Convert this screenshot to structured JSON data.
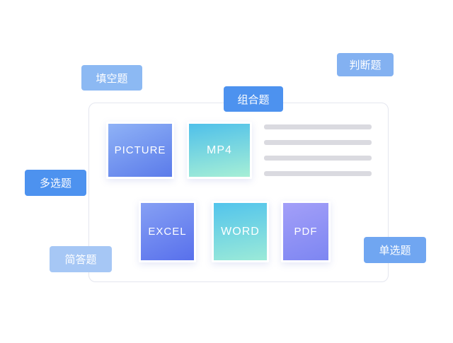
{
  "tags": [
    {
      "id": "fill-blank",
      "label": "填空题"
    },
    {
      "id": "judge",
      "label": "判断题"
    },
    {
      "id": "combo",
      "label": "组合题"
    },
    {
      "id": "multi-choice",
      "label": "多选题"
    },
    {
      "id": "short-answer",
      "label": "简答题"
    },
    {
      "id": "single-choice",
      "label": "单选题"
    }
  ],
  "tiles": [
    {
      "id": "picture",
      "label": "PICTURE"
    },
    {
      "id": "mp4",
      "label": "MP4"
    },
    {
      "id": "excel",
      "label": "EXCEL"
    },
    {
      "id": "word",
      "label": "WORD"
    },
    {
      "id": "pdf",
      "label": "PDF"
    }
  ],
  "placeholder_lines": 4,
  "colors": {
    "tag_bright_blue": "#4d92ef",
    "tag_medium_blue": "#70a6f1",
    "tag_light_blue": "#8cb9f3",
    "tag_lighter_blue": "#83b1f1",
    "tag_pale_blue": "#a6c7f5",
    "tile_blue_top": "#8fb2f6",
    "tile_blue_bottom": "#5b7bea",
    "tile_cyan_top": "#4fc0ea",
    "tile_cyan_bottom": "#a6efd6",
    "tile_purple_top": "#a39ff8",
    "tile_purple_bottom": "#7d86f2",
    "placeholder_line": "#dadae0",
    "card_border": "#e4e6ef"
  }
}
